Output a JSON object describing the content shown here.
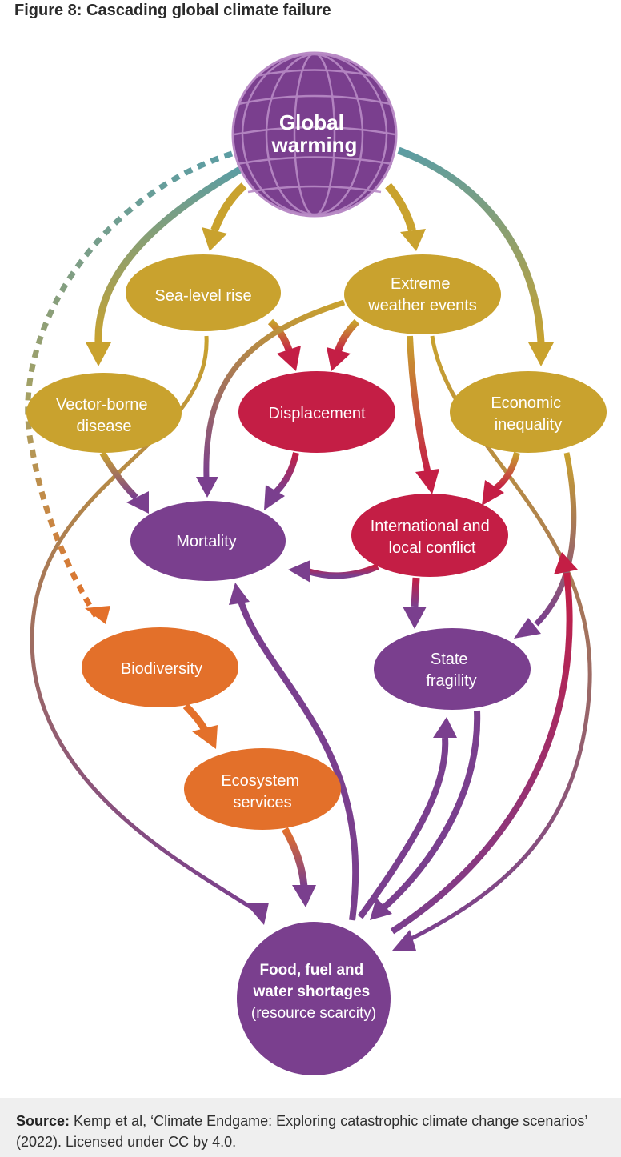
{
  "title": "Figure 8: Cascading global climate failure",
  "colors": {
    "gold": "#C9A22E",
    "purple": "#7A3F8E",
    "crimson": "#C41E45",
    "orange": "#E3702A",
    "teal": "#5C9DA3"
  },
  "nodes": {
    "global_warming": [
      "Global",
      "warming"
    ],
    "sea_level_rise": [
      "Sea-level rise"
    ],
    "extreme_weather": [
      "Extreme",
      "weather events"
    ],
    "vector_borne": [
      "Vector-borne",
      "disease"
    ],
    "displacement": [
      "Displacement"
    ],
    "economic_inequality": [
      "Economic",
      "inequality"
    ],
    "mortality": [
      "Mortality"
    ],
    "conflict": [
      "International and",
      "local conflict"
    ],
    "biodiversity": [
      "Biodiversity"
    ],
    "state_fragility": [
      "State",
      "fragility"
    ],
    "ecosystem_services": [
      "Ecosystem",
      "services"
    ],
    "shortages": [
      "Food, fuel and",
      "water shortages",
      "(resource scarcity)"
    ]
  },
  "footer": {
    "source_label": "Source:",
    "source_text": " Kemp et al, ‘Climate Endgame: Exploring catastrophic climate change scenarios’ (2022). Licensed under CC by 4.0."
  }
}
